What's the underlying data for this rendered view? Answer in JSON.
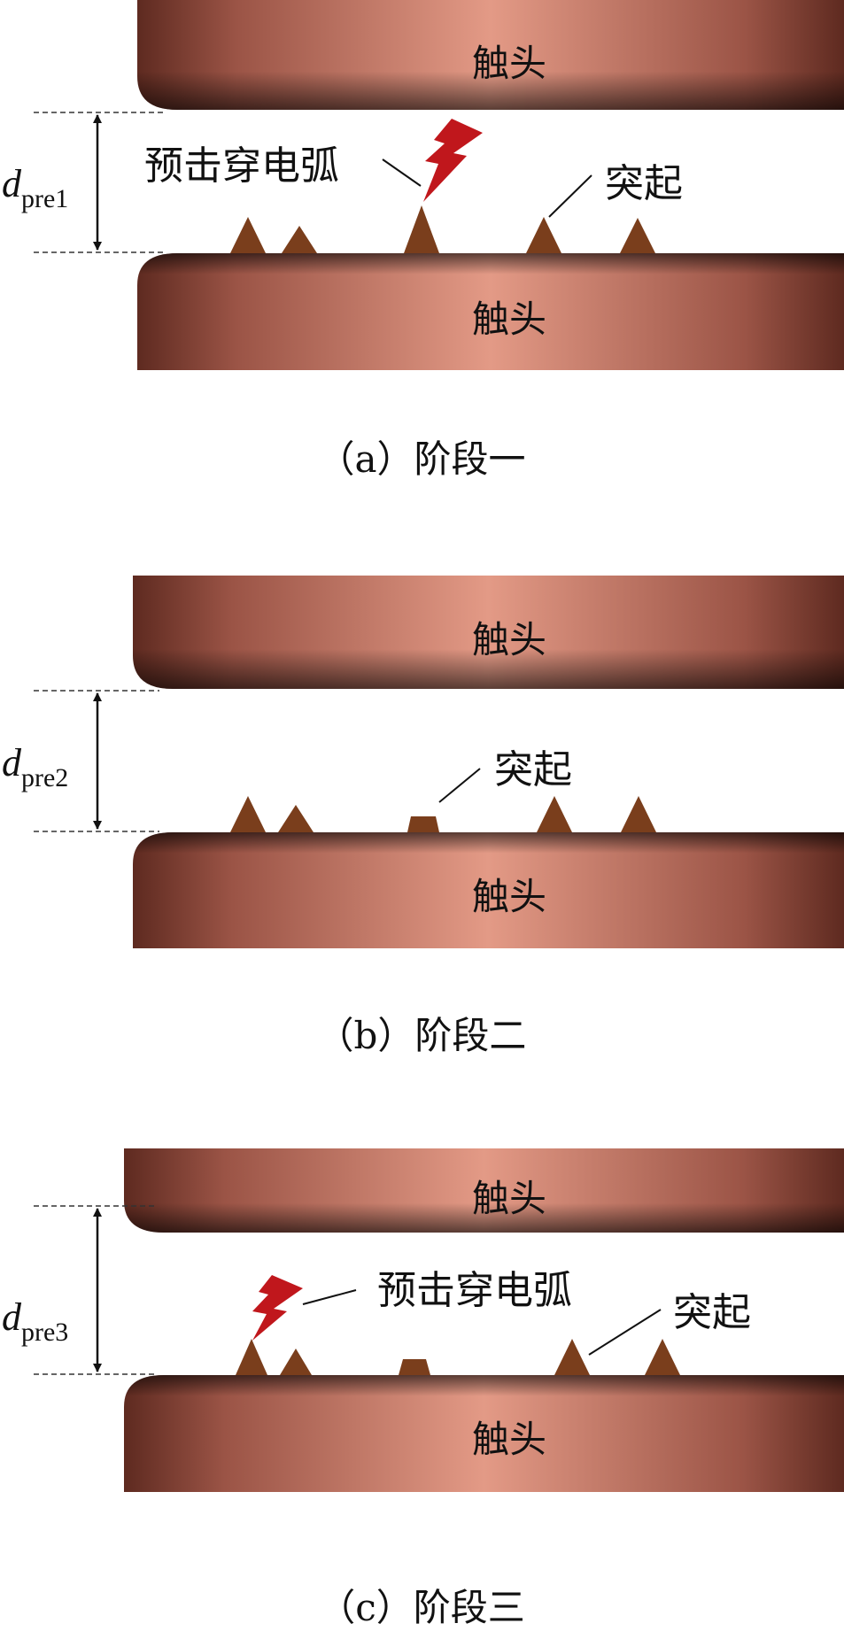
{
  "contact_label": "触头",
  "protrusion_label": "突起",
  "arc_label": "预击穿电弧",
  "panels": [
    {
      "id": "a",
      "caption": "（a）阶段一",
      "distance_symbol": "d",
      "distance_subscript": "pre1"
    },
    {
      "id": "b",
      "caption": "（b）阶段二",
      "distance_symbol": "d",
      "distance_subscript": "pre2"
    },
    {
      "id": "c",
      "caption": "（c）阶段三",
      "distance_symbol": "d",
      "distance_subscript": "pre3"
    }
  ],
  "colors": {
    "contact_center": "#e39a86",
    "contact_edge": "#5e2a20",
    "protrusion": "#7a3e1c",
    "arc": "#c0171c",
    "dashed_line": "#333333"
  }
}
